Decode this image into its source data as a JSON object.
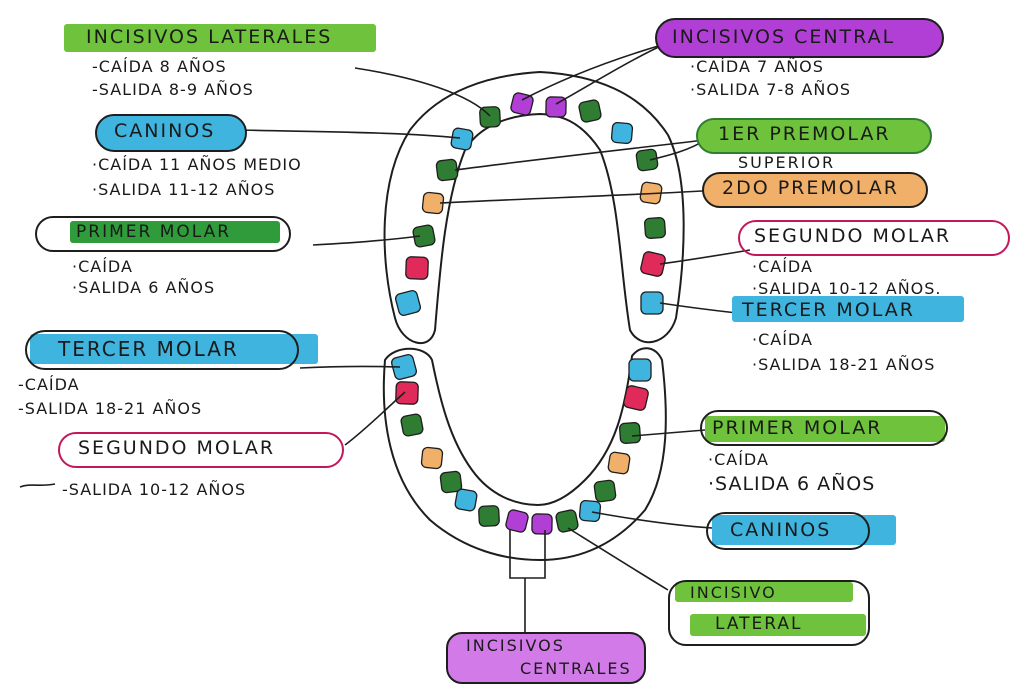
{
  "colors": {
    "green": "#6fc23b",
    "dark_green": "#2f7d32",
    "purple": "#b13fd6",
    "blue": "#3fb4df",
    "orange": "#f0b069",
    "red": "#e02a5a",
    "ink": "#1a1a1a"
  },
  "labels": {
    "incisivos_laterales": {
      "title": "INCISIVOS LATERALES",
      "lines": [
        "-CAÍDA 8 AÑOS",
        "-SALIDA 8-9 AÑOS"
      ]
    },
    "incisivos_central_sup": {
      "title": "INCISIVOS CENTRAL",
      "lines": [
        "·CAÍDA 7 AÑOS",
        "·SALIDA 7-8 AÑOS"
      ]
    },
    "caninos_sup": {
      "title": "CANINOS",
      "lines": [
        "·CAÍDA 11 AÑOS MEDIO",
        "·SALIDA 11-12 AÑOS"
      ]
    },
    "primer_premolar": {
      "title": "1ER PREMOLAR",
      "lines": [
        "SUPERIOR"
      ]
    },
    "segundo_premolar": {
      "title": "2DO PREMOLAR"
    },
    "primer_molar_sup": {
      "title": "PRIMER MOLAR",
      "lines": [
        "·CAÍDA",
        "·SALIDA 6 AÑOS"
      ]
    },
    "segundo_molar_sup": {
      "title": "SEGUNDO MOLAR",
      "lines": [
        "·CAÍDA",
        "·SALIDA 10-12 AÑOS."
      ]
    },
    "tercer_molar_sup": {
      "title": "TERCER MOLAR",
      "lines": [
        "·CAÍDA",
        "·SALIDA 18-21 AÑOS"
      ]
    },
    "tercer_molar_inf": {
      "title": "TERCER MOLAR",
      "lines": [
        "-CAÍDA",
        "-SALIDA 18-21 AÑOS"
      ]
    },
    "segundo_molar_inf": {
      "title": "SEGUNDO MOLAR",
      "lines": [
        "-SALIDA 10-12 AÑOS"
      ]
    },
    "primer_molar_inf": {
      "title": "PRIMER MOLAR",
      "lines": [
        "·CAÍDA",
        "·SALIDA 6 AÑOS"
      ]
    },
    "caninos_inf": {
      "title": "CANINOS"
    },
    "incisivo_lateral_inf": {
      "title": "INCISIVO",
      "title2": "LATERAL"
    },
    "incisivos_centrales_inf": {
      "title": "INCISIVOS",
      "title2": "CENTRALES"
    }
  },
  "upper_teeth": [
    "blue",
    "red",
    "dark_green",
    "orange",
    "dark_green",
    "blue",
    "dark_green",
    "purple",
    "purple",
    "dark_green",
    "blue",
    "dark_green",
    "orange",
    "dark_green",
    "red",
    "blue"
  ],
  "lower_teeth": [
    "blue",
    "red",
    "dark_green",
    "orange",
    "dark_green",
    "blue",
    "dark_green",
    "purple",
    "purple",
    "dark_green",
    "blue",
    "dark_green",
    "orange",
    "dark_green",
    "red",
    "blue"
  ]
}
